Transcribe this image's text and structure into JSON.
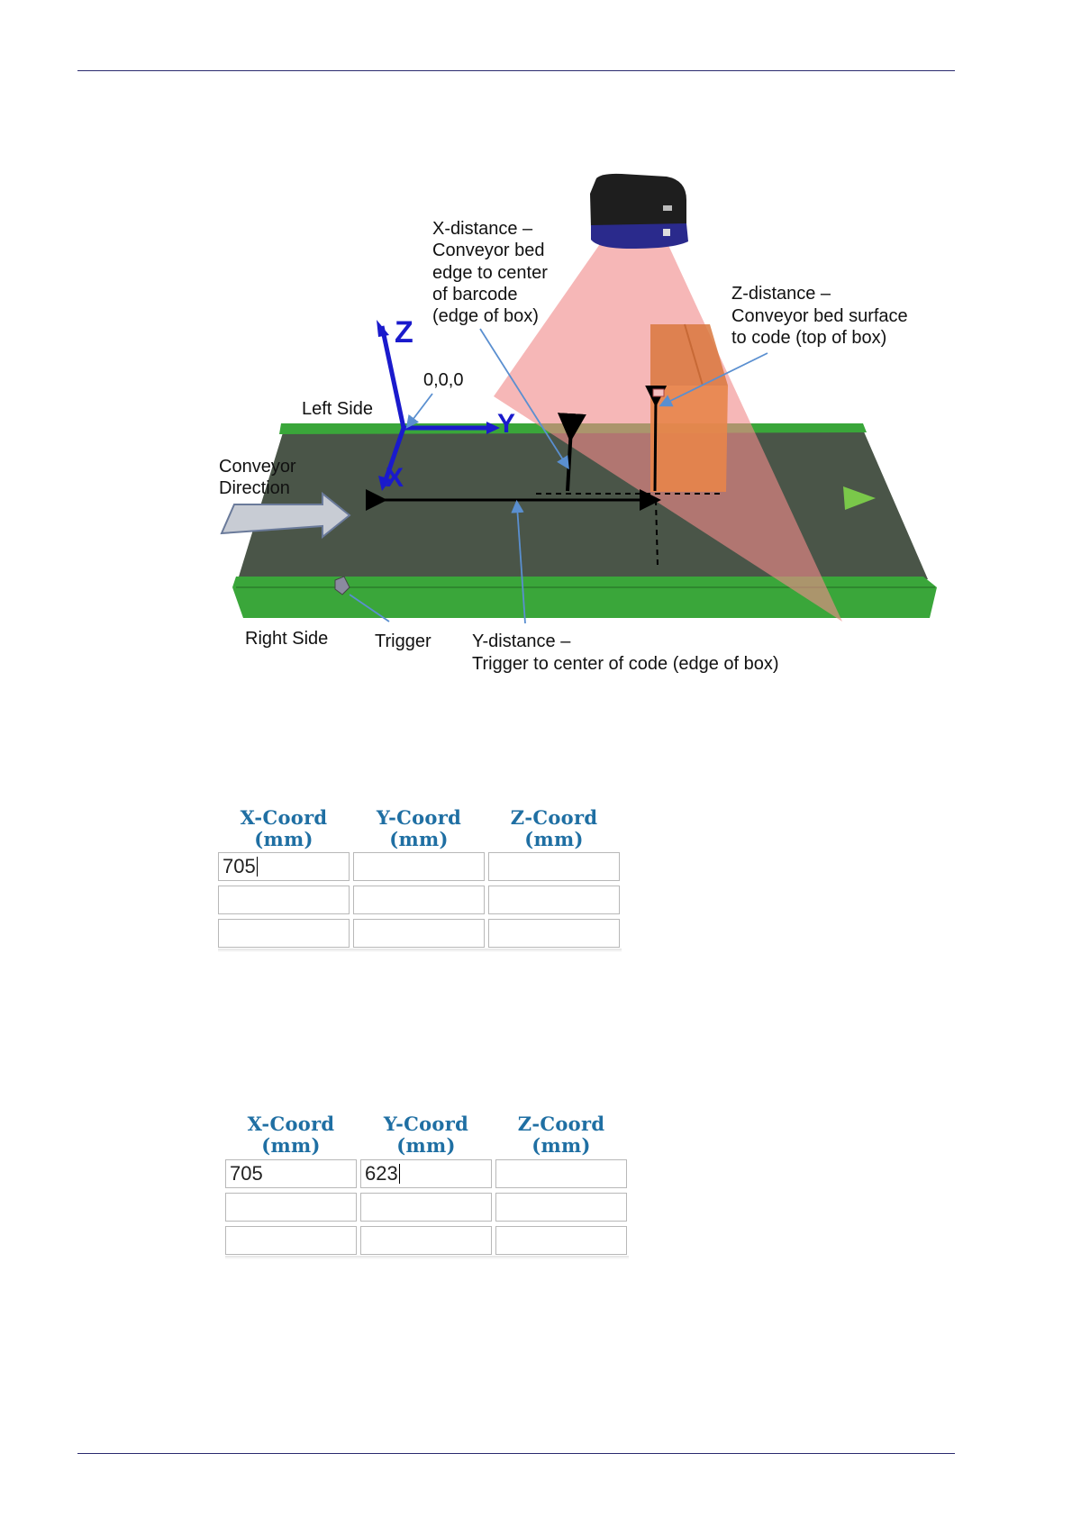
{
  "diagram": {
    "axes": {
      "z": "Z",
      "y": "Y",
      "x": "X",
      "origin": "0,0,0"
    },
    "labels": {
      "left_side": "Left Side",
      "right_side": "Right Side",
      "conveyor_direction": [
        "Conveyor",
        "Direction"
      ],
      "trigger": "Trigger",
      "x_distance": [
        "X-distance –",
        "Conveyor bed",
        "edge to center",
        "of barcode",
        "(edge of box)"
      ],
      "z_distance": [
        "Z-distance –",
        "Conveyor bed surface",
        "to code (top of box)"
      ],
      "y_distance": [
        "Y-distance –",
        "Trigger to center of code (edge of box)"
      ]
    },
    "colors": {
      "belt": "#4a5548",
      "rail": "#3aa63a",
      "beam": "#f08a8a",
      "box": "#e8854a",
      "axis": "#1a1acc",
      "scanner_base": "#2a2a8c"
    }
  },
  "tables": [
    {
      "headers": [
        [
          "X-Coord",
          "(mm)"
        ],
        [
          "Y-Coord",
          "(mm)"
        ],
        [
          "Z-Coord",
          "(mm)"
        ]
      ],
      "rows": [
        [
          "705",
          "",
          ""
        ],
        [
          "",
          "",
          ""
        ],
        [
          "",
          "",
          ""
        ]
      ],
      "active_cell": "0.0"
    },
    {
      "headers": [
        [
          "X-Coord",
          "(mm)"
        ],
        [
          "Y-Coord",
          "(mm)"
        ],
        [
          "Z-Coord",
          "(mm)"
        ]
      ],
      "rows": [
        [
          "705",
          "623",
          ""
        ],
        [
          "",
          "",
          ""
        ],
        [
          "",
          "",
          ""
        ]
      ],
      "active_cell": "0.1"
    }
  ]
}
